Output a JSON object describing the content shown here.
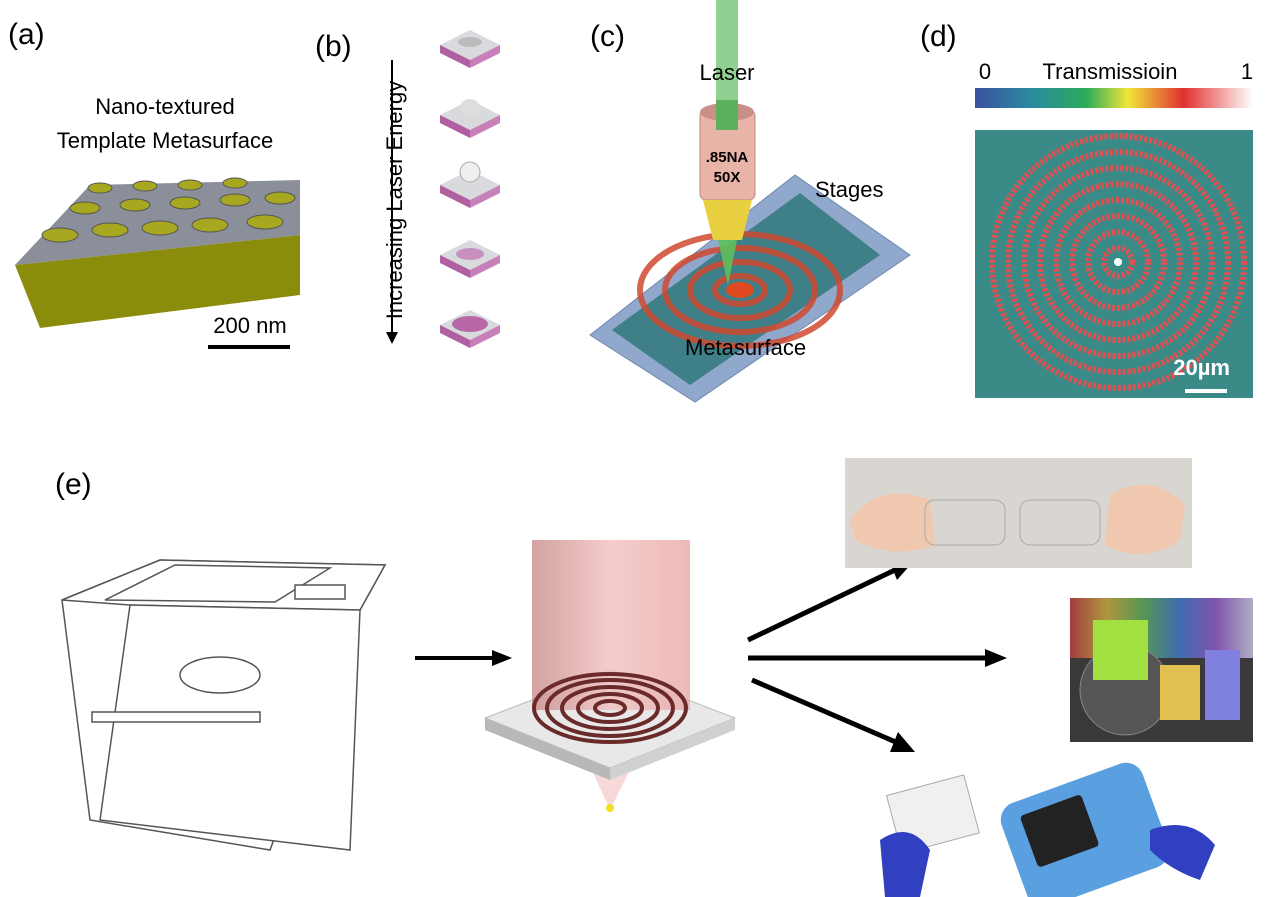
{
  "panels": {
    "a": {
      "label": "(a)",
      "title_line1": "Nano-textured",
      "title_line2": "Template Metasurface",
      "scale_bar": "200 nm"
    },
    "b": {
      "label": "(b)",
      "axis_text": "Increasing Laser Energy"
    },
    "c": {
      "label": "(c)",
      "laser": "Laser",
      "objective_na": ".85NA",
      "objective_mag": "50X",
      "stages": "Stages",
      "sample": "Metasurface"
    },
    "d": {
      "label": "(d)",
      "colorbar_min": "0",
      "colorbar_title": "Transmissioin",
      "colorbar_max": "1",
      "scale_bar": "20µm",
      "colorbar_colors": [
        "#3b4fa0",
        "#2a8aa0",
        "#2bab5a",
        "#f0e63a",
        "#e03030",
        "#ffffff"
      ]
    },
    "e": {
      "label": "(e)"
    }
  },
  "colors": {
    "laser_green": "#5cc05c",
    "objective_pink": "#e8b4a8",
    "stage_blue": "#8fa8cc",
    "substrate_olive": "#9a9a10",
    "layer_magenta": "#b86aa8"
  }
}
